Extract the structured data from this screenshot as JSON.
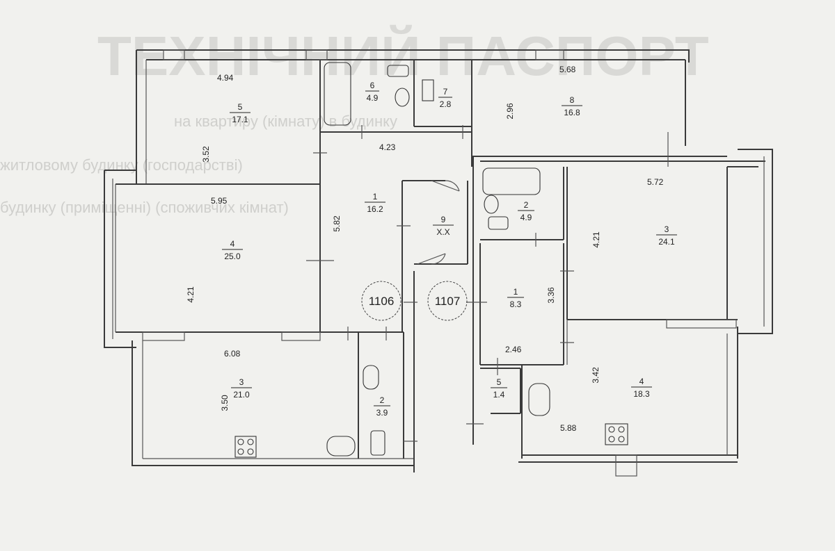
{
  "background_text": {
    "heading": "ТЕХНІЧНИЙ ПАСПОРТ",
    "line1": "на квартиру (кімнату) в будинку",
    "line2": "житловому будинку (господарстві)",
    "line3": "будинку (приміщенні) (споживчих кімнат)"
  },
  "apartments": [
    {
      "number": "1106",
      "rooms": [
        {
          "num": "5",
          "area": "17.1"
        },
        {
          "num": "6",
          "area": "4.9"
        },
        {
          "num": "7",
          "area": "2.8"
        },
        {
          "num": "8",
          "area": "16.8"
        },
        {
          "num": "1",
          "area": "16.2"
        },
        {
          "num": "9",
          "area": "X.X"
        },
        {
          "num": "4",
          "area": "25.0"
        },
        {
          "num": "3",
          "area": "21.0"
        },
        {
          "num": "2",
          "area": "3.9"
        }
      ],
      "dimensions": [
        "4.94",
        "3.52",
        "5.68",
        "2.96",
        "4.23",
        "5.95",
        "5.82",
        "4.21",
        "6.08",
        "3.50"
      ]
    },
    {
      "number": "1107",
      "rooms": [
        {
          "num": "2",
          "area": "4.9"
        },
        {
          "num": "3",
          "area": "24.1"
        },
        {
          "num": "1",
          "area": "8.3"
        },
        {
          "num": "5",
          "area": "1.4"
        },
        {
          "num": "4",
          "area": "18.3"
        }
      ],
      "dimensions": [
        "5.72",
        "4.21",
        "3.36",
        "2.46",
        "3.42",
        "5.88"
      ]
    }
  ]
}
